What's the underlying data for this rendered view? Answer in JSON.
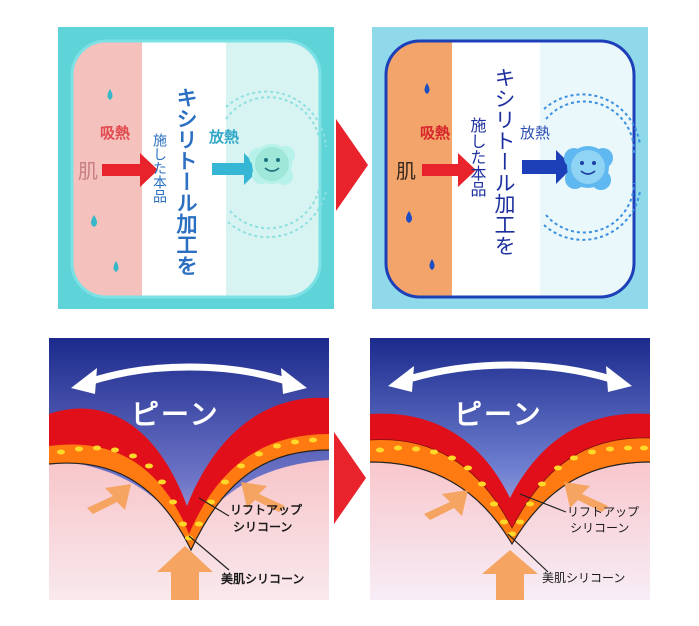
{
  "top_left": {
    "skin": "肌",
    "absorb": "吸熱",
    "release": "放熱",
    "vertical_a": "キシリトール加工を",
    "vertical_b": "施した本品"
  },
  "top_right": {
    "skin": "肌",
    "absorb": "吸熱",
    "release": "放熱",
    "vertical_a": "キシリトール加工を",
    "vertical_b": "施した本品"
  },
  "bottom_left": {
    "stretch": "ピーン",
    "lift_line1": "リフトアップ",
    "lift_line2": "シリコーン",
    "beauty": "美肌シリコーン"
  },
  "bottom_right": {
    "stretch": "ピーン",
    "lift_line1": "リフトアップ",
    "lift_line2": "シリコーン",
    "beauty": "美肌シリコーン"
  },
  "colors": {
    "arrow_red": "#e8232b",
    "panel_cyan": "#5ed3d8",
    "right_panel_bg": "#8fd9ea",
    "frame_blue": "#1d3fb8",
    "text_blue": "#1c2f9f",
    "layer_red": "#e10f1a",
    "layer_orange": "#ff7a10",
    "dot_yellow": "#ffd92a",
    "sky_navy": "#1b2a8c"
  },
  "icons": [
    "water-drop-icon",
    "smiling-cloud-icon",
    "red-triangle-arrow-icon",
    "curved-double-arrow-icon",
    "up-arrow-icon"
  ]
}
